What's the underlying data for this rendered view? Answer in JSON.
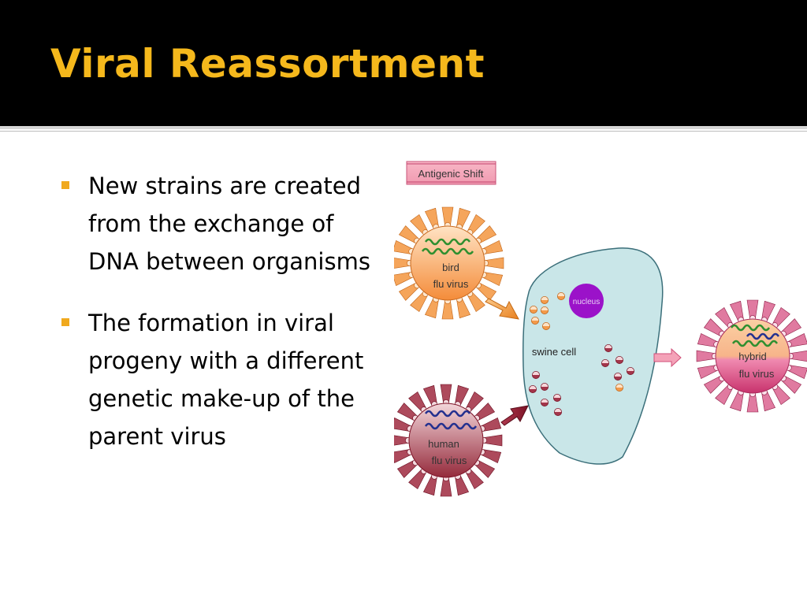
{
  "slide": {
    "title": "Viral Reassortment",
    "bullets": [
      "New strains are created from the exchange of DNA between organisms",
      "The formation in viral progeny with a different genetic make-up of the parent virus"
    ]
  },
  "diagram": {
    "heading": "Antigenic Shift",
    "bird_virus_line1": "bird",
    "bird_virus_line2": "flu virus",
    "human_virus_line1": "human",
    "human_virus_line2": "flu virus",
    "cell_label": "swine cell",
    "nucleus_label": "nucleus",
    "hybrid_virus_line1": "hybrid",
    "hybrid_virus_line2": "flu virus"
  },
  "colors": {
    "title": "#f5b81c",
    "bullet_marker": "#f0a91e",
    "bird_virus": "#f9a65a",
    "human_virus": "#a9414f",
    "hybrid_virus": "#e86a9a",
    "cell": "#c9e6e8",
    "nucleus": "#9b12c9"
  }
}
